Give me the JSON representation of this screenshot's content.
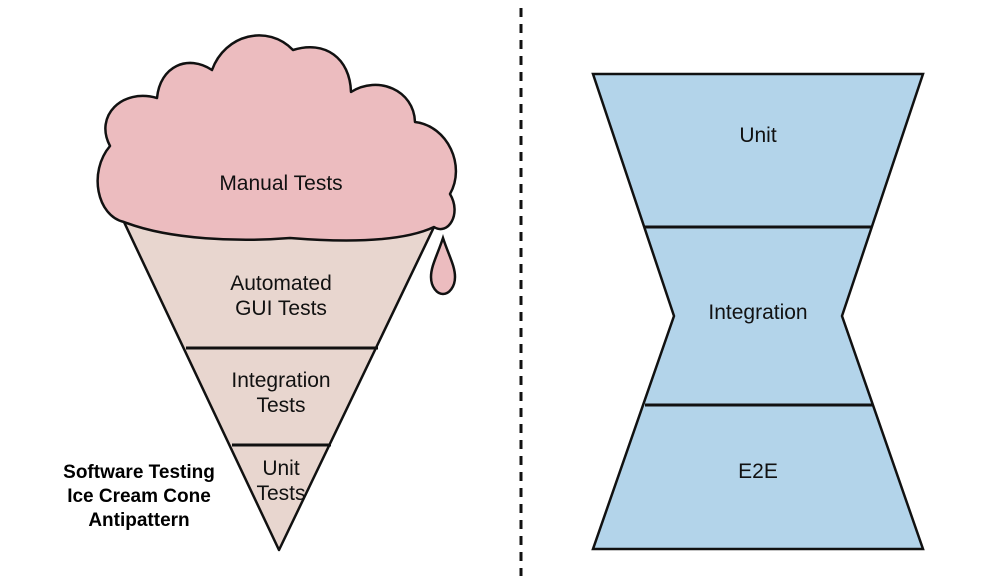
{
  "colors": {
    "ice_cream": "#ecbcbf",
    "cone": "#e8d6cf",
    "hourglass": "#b3d4ea",
    "outline": "#111111",
    "divider": "#111111"
  },
  "cone_diagram": {
    "scoop_label": "Manual Tests",
    "layers": [
      {
        "line1": "Automated",
        "line2": "GUI Tests"
      },
      {
        "line1": "Integration",
        "line2": "Tests"
      },
      {
        "line1": "Unit",
        "line2": "Tests"
      }
    ],
    "caption": [
      "Software Testing",
      "Ice Cream Cone",
      "Antipattern"
    ]
  },
  "hourglass_diagram": {
    "sections": [
      {
        "label": "Unit"
      },
      {
        "label": "Integration"
      },
      {
        "label": "E2E"
      }
    ]
  }
}
